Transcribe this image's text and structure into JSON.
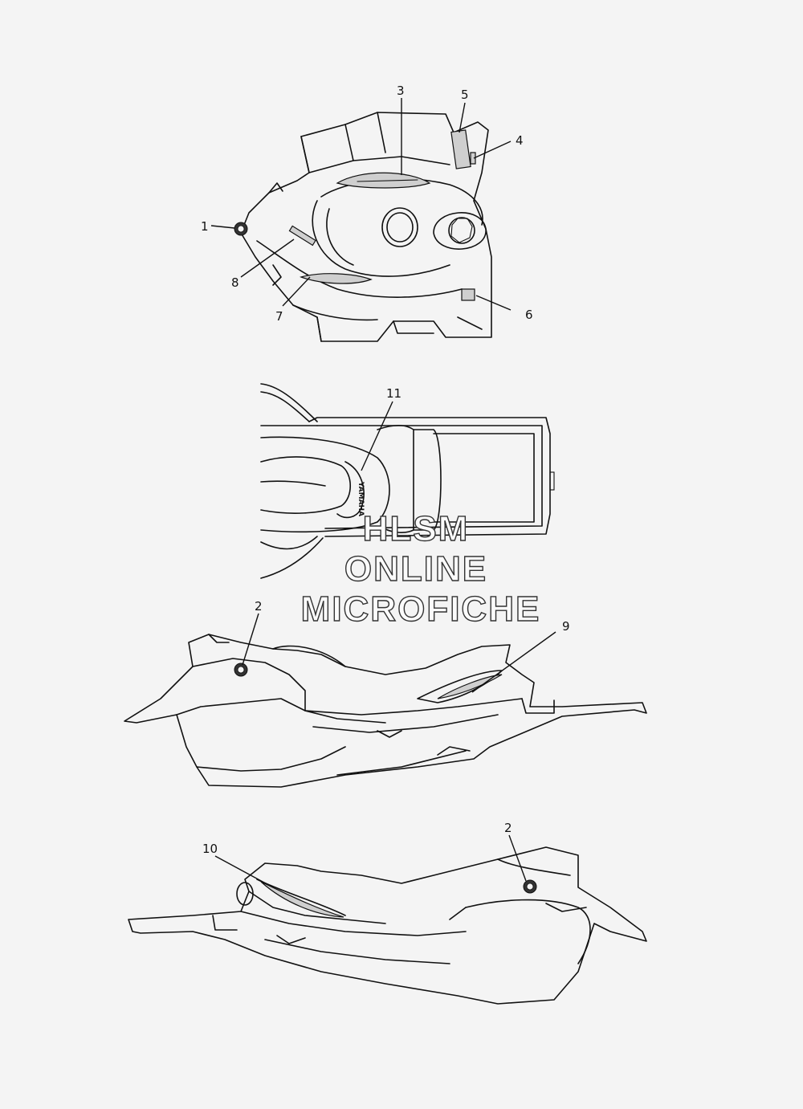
{
  "callouts": {
    "c1": "1",
    "c2a": "2",
    "c2b": "2",
    "c3": "3",
    "c4": "4",
    "c5": "5",
    "c6": "6",
    "c7": "7",
    "c8": "8",
    "c9": "9",
    "c10": "10",
    "c11": "11"
  },
  "watermark": {
    "line1": "HLSM",
    "line2": "ONLINE",
    "line3": "MICROFICHE"
  },
  "decal_text": {
    "yamaha": "YAMAHA"
  }
}
